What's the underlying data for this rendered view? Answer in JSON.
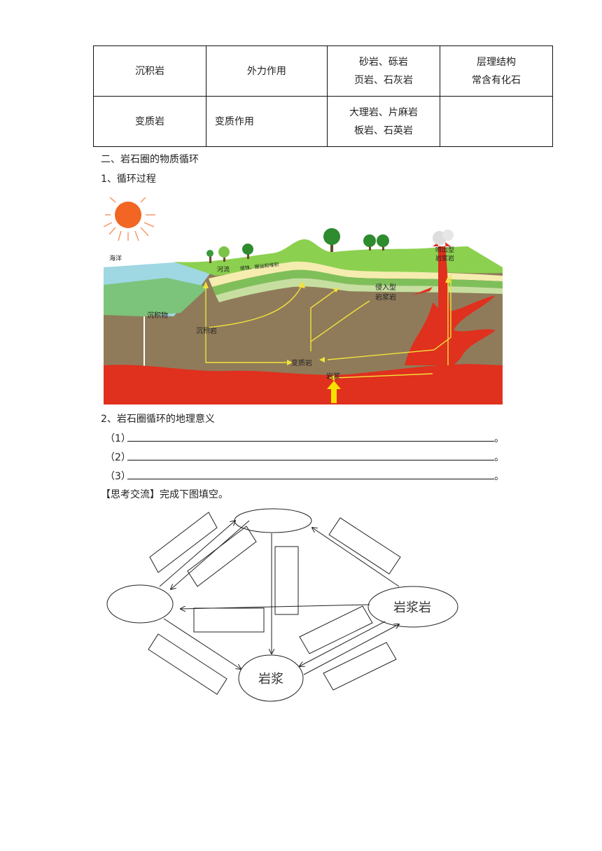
{
  "table": {
    "rows": [
      {
        "type": "沉积岩",
        "process": "外力作用",
        "examples": [
          "砂岩、砾岩",
          "页岩、石灰岩"
        ],
        "features": [
          "层理结构",
          "常含有化石"
        ]
      },
      {
        "type": "变质岩",
        "process": "变质作用",
        "examples": [
          "大理岩、片麻岩",
          "板岩、石英岩"
        ],
        "features": []
      }
    ]
  },
  "section2": {
    "heading": "二、岩石圈的物质循环",
    "sub1": "1、循环过程",
    "sub2": "2、岩石圈循环的地理意义",
    "items": [
      "（1）",
      "（2）",
      "（3）"
    ],
    "end_mark": "。",
    "think": "【思考交流】完成下图填空。"
  },
  "illustration": {
    "labels": {
      "ocean": "海洋",
      "river": "河流",
      "erosion": "侵蚀、搬运和堆积",
      "sediment": "沉积物",
      "sed_rock": "沉积岩",
      "intrusive": [
        "侵入型",
        "岩浆岩"
      ],
      "extrusive": [
        "喷出型",
        "岩浆岩"
      ],
      "meta_rock": "变质岩",
      "magma": "岩浆"
    }
  },
  "diagram": {
    "magma_rock": "岩浆岩",
    "magma": "岩浆"
  }
}
